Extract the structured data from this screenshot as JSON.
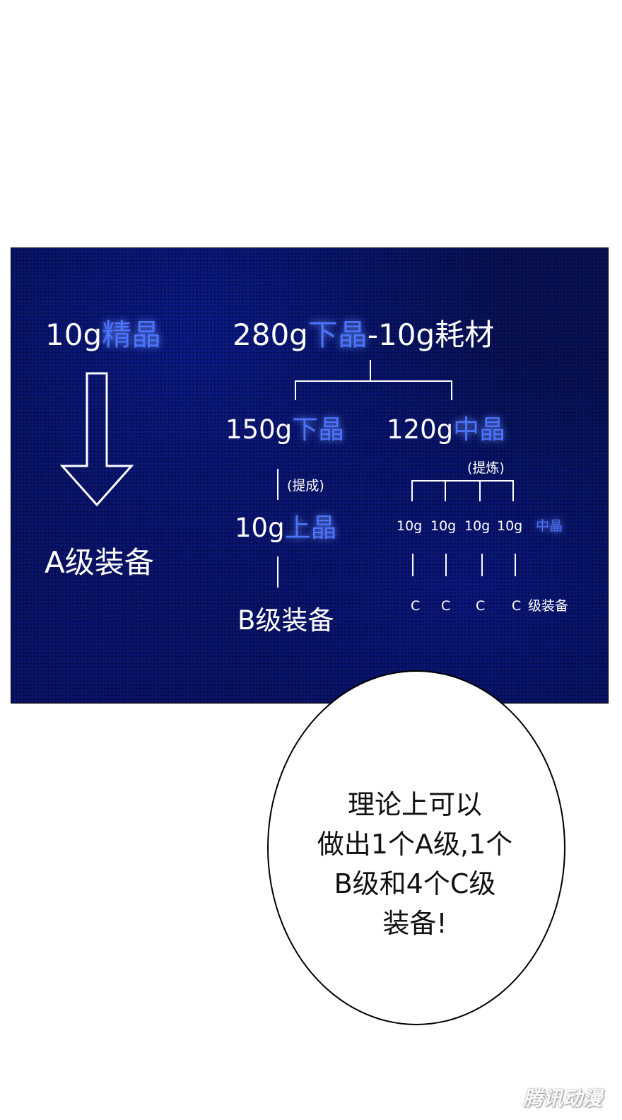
{
  "panel": {
    "left_amount": "10g",
    "left_material": "精晶",
    "left_result": "A级装备",
    "top_amount": "280g",
    "top_material": "下晶",
    "top_minus": "-10g耗材",
    "branch1_amount": "150g",
    "branch1_material": "下晶",
    "branch2_amount": "120g",
    "branch2_material": "中晶",
    "branch1_process": "(提成)",
    "branch2_process": "(提炼)",
    "branch1_result_amount": "10g",
    "branch1_result_material": "上晶",
    "branch1_equipment": "B级装备",
    "branch2_portions": [
      "10g",
      "10g",
      "10g",
      "10g"
    ],
    "branch2_grades": [
      "C",
      "C",
      "C",
      "C"
    ],
    "branch2_equipment": "级装备"
  },
  "bubble": {
    "lines": [
      "理论上可以",
      "做出1个A级,1个",
      "B级和4个C级",
      "装备!"
    ]
  },
  "watermark": "腾讯动漫"
}
